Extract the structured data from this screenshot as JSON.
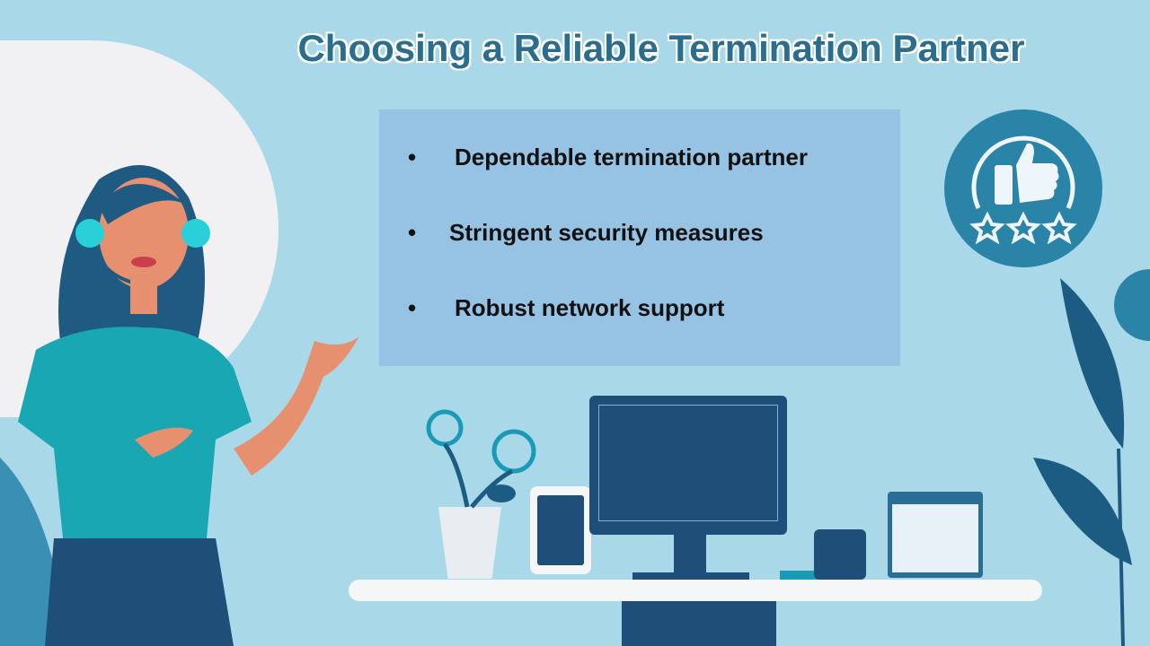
{
  "slide": {
    "title": "Choosing a Reliable Termination Partner",
    "bullets": [
      {
        "label": "Dependable termination partner"
      },
      {
        "label": "Stringent security measures"
      },
      {
        "label": "Robust network support"
      }
    ],
    "bullet_glyph": "•"
  },
  "icons": {
    "badge": "thumbs-up-three-stars-icon"
  },
  "colors": {
    "background": "#a9d9e9",
    "title": "#2b6d8c",
    "box": "#96c2e3",
    "badge": "#2a84a8"
  }
}
